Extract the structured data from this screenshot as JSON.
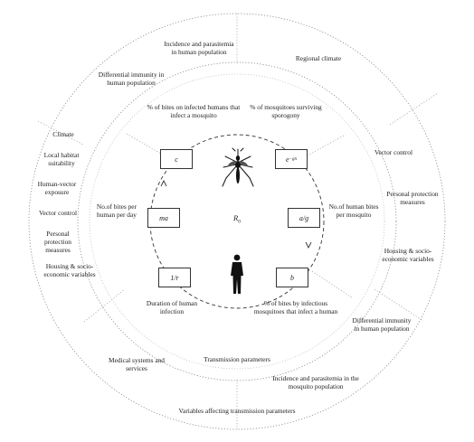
{
  "outer_ring_labels": {
    "incidence_human": "Incidence and parasitemia in human population",
    "regional_climate": "Regional climate",
    "differential_immunity_human_top": "Differential immunity in human population",
    "climate": "Climate",
    "local_habitat": "Local habitat suitability",
    "human_vector_exposure": "Human-vector exposure",
    "vector_control_left": "Vector control",
    "personal_protection_left": "Personal protection measures",
    "housing_left": "Housing & socio-economic variables",
    "vector_control_right": "Vector control",
    "personal_protection_right": "Personal protection measures",
    "housing_right": "Housing & socio-economic variables",
    "differential_immunity_human_bottom": "Differential immunity in human population",
    "medical_systems": "Medical systems and services",
    "incidence_mosquito": "Incidence and parasitemia in the mosquito population",
    "ring_caption": "Variables affecting transmission parameters"
  },
  "inner_labels": {
    "pct_bites_infected_humans": "% of bites on infected humans that infect a mosquito",
    "pct_mosquitoes_surviving": "% of mosquitoes surviving sporogony",
    "bites_per_human_per_day": "No.of bites per human per day",
    "human_bites_per_mosquito": "No.of human bites per mosquito",
    "duration_human_infection": "Duration of human infection",
    "pct_bites_infectious_mosquitoes": "% of bites by infectious mosquitoes that infect a human",
    "transmission_parameters": "Transmission parameters"
  },
  "parameter_boxes": {
    "c": "c",
    "e_base": "e",
    "e_exp": "−gn",
    "ma": "ma",
    "a_g": "a/g",
    "one_r": "1/r",
    "b": "b"
  },
  "center_label": "R",
  "center_sub": "0",
  "icons": [
    "mosquito-icon",
    "human-icon"
  ]
}
